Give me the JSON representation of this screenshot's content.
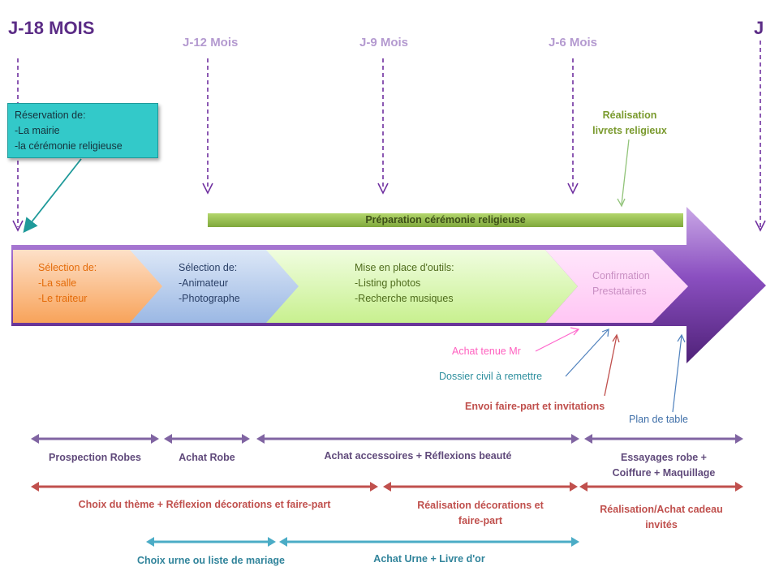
{
  "milestones": {
    "start": "J-18 MOIS",
    "m12": "J-12 Mois",
    "m9": "J-9 Mois",
    "m6": "J-6 Mois",
    "end": "J"
  },
  "reservation": {
    "title": "Réservation de:",
    "items": [
      "-La mairie",
      "-la cérémonie religieuse"
    ]
  },
  "livrets": [
    "Réalisation",
    "livrets religieux"
  ],
  "preparation": "Préparation cérémonie religieuse",
  "phases": [
    {
      "lines": [
        "Sélection de:",
        "-La salle",
        "-Le traiteur"
      ]
    },
    {
      "lines": [
        "Sélection de:",
        "-Animateur",
        "-Photographe"
      ]
    },
    {
      "lines": [
        "Mise en place d'outils:",
        "-Listing photos",
        "-Recherche musiques"
      ]
    },
    {
      "lines": [
        "Confirmation",
        "Prestataires"
      ]
    }
  ],
  "callouts": {
    "tenue": "Achat tenue Mr",
    "dossier": "Dossier civil à remettre",
    "envoi": "Envoi faire-part et invitations",
    "plan": "Plan de table"
  },
  "rows": {
    "purple": [
      {
        "label": "Prospection Robes"
      },
      {
        "label": "Achat Robe"
      },
      {
        "label": "Achat accessoires + Réflexions beauté"
      },
      {
        "lines": [
          "Essayages robe +",
          "Coiffure + Maquillage"
        ]
      }
    ],
    "red": [
      {
        "label": "Choix du thème + Réflexion décorations et faire-part"
      },
      {
        "lines": [
          "Réalisation décorations et",
          "faire-part"
        ]
      },
      {
        "lines": [
          "Réalisation/Achat cadeau",
          "invités"
        ]
      }
    ],
    "teal": [
      {
        "label": "Choix urne ou liste de mariage"
      },
      {
        "label": "Achat Urne + Livre d'or"
      }
    ]
  },
  "colors": {
    "purple": "#8064a2",
    "red": "#c0504d",
    "teal": "#4bacc6",
    "green_bar": "#8fb84a",
    "orange": "#f79646",
    "blue": "#95b3d7",
    "lime": "#d7f5a8",
    "pink": "#ffc9f5"
  }
}
